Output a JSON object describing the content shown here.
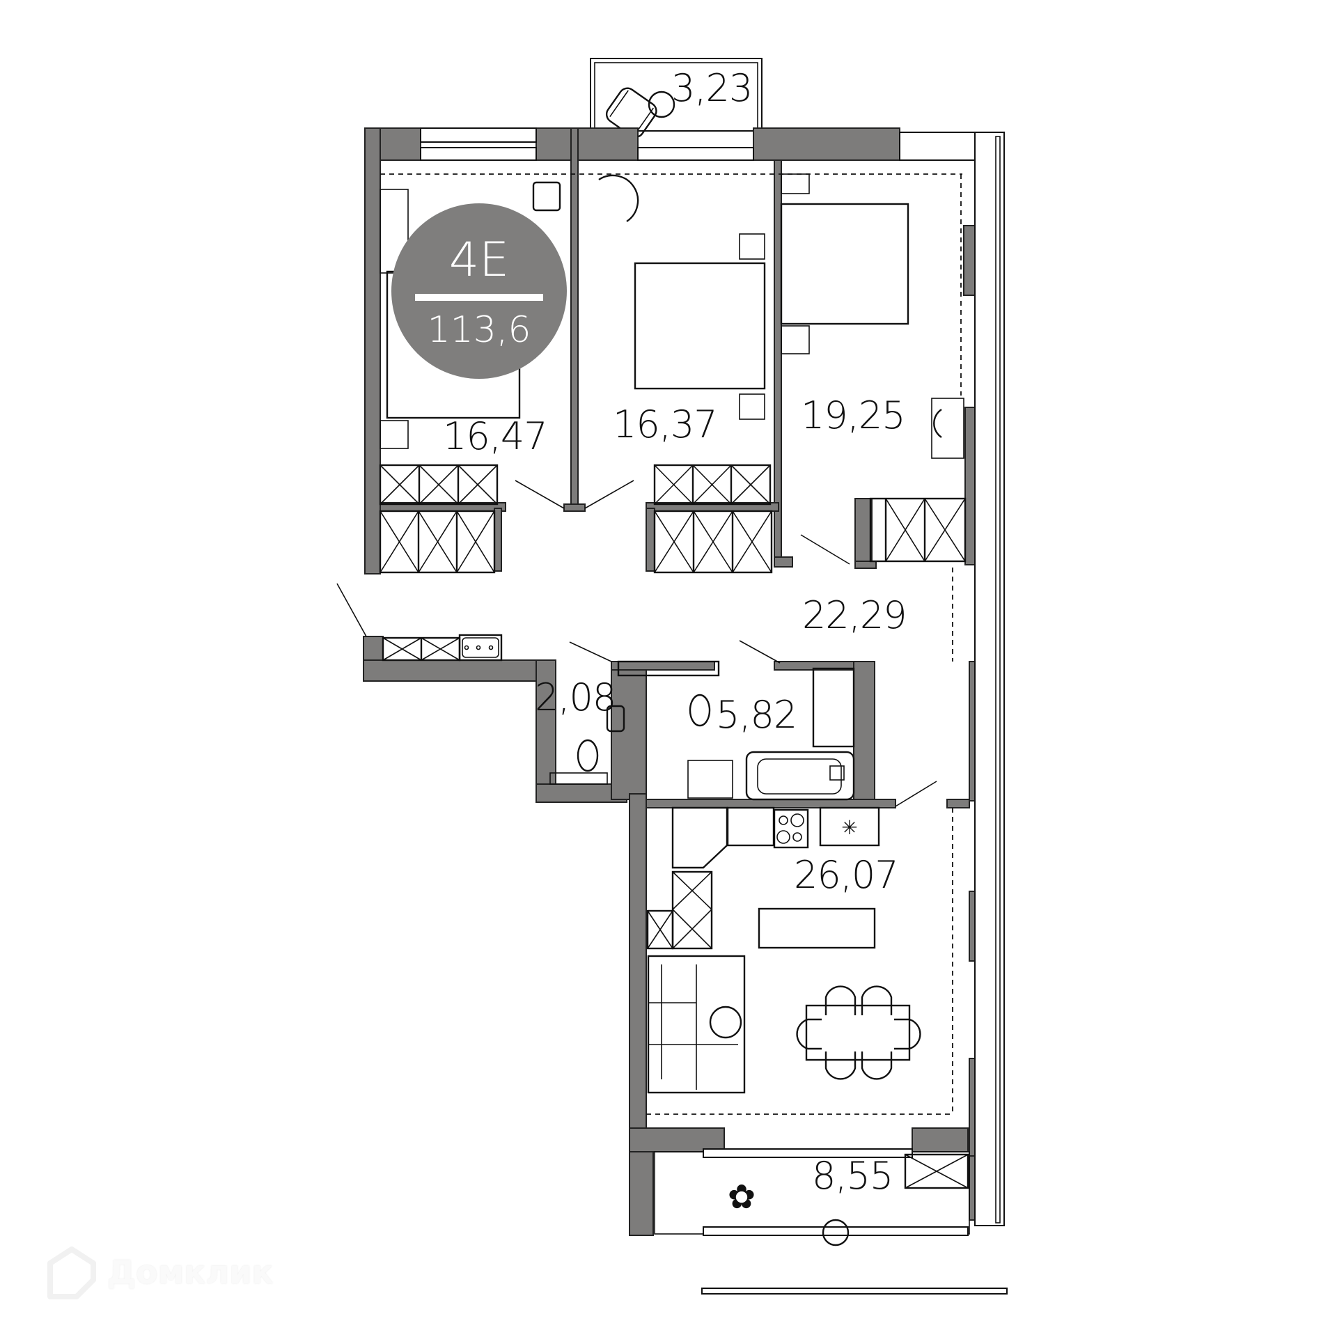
{
  "plan": {
    "apartment_type": "4Е",
    "total_area": "113,6",
    "wall_color": "#7d7c7b",
    "badge_color": "#7f7e7d"
  },
  "rooms": [
    {
      "id": "balcony-top",
      "name": "balcony",
      "area": "3,23"
    },
    {
      "id": "bedroom-1",
      "name": "bedroom",
      "area": "16,47"
    },
    {
      "id": "bedroom-2",
      "name": "bedroom",
      "area": "16,37"
    },
    {
      "id": "bedroom-3",
      "name": "bedroom",
      "area": "19,25"
    },
    {
      "id": "hallway",
      "name": "hallway",
      "area": "22,29"
    },
    {
      "id": "wc",
      "name": "toilet",
      "area": "2,08"
    },
    {
      "id": "bathroom",
      "name": "bathroom",
      "area": "5,82"
    },
    {
      "id": "kitchen-living",
      "name": "kitchen-living room",
      "area": "26,07"
    },
    {
      "id": "loggia",
      "name": "loggia",
      "area": "8,55"
    }
  ],
  "watermark": {
    "text": "Домклик",
    "icon": "house-logo-icon"
  }
}
